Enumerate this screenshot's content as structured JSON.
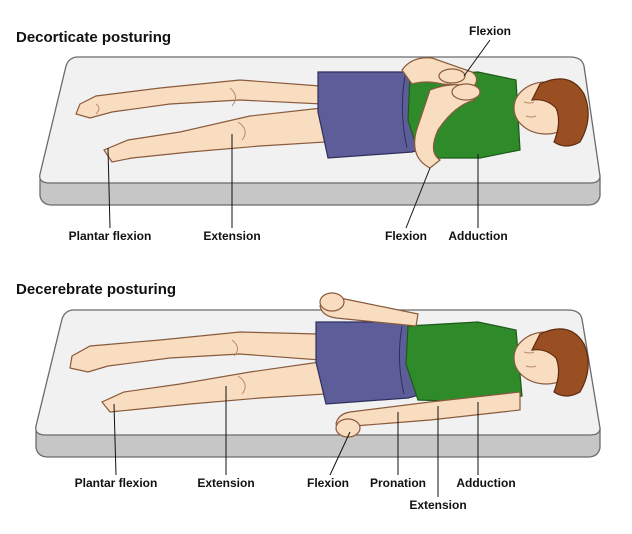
{
  "panels": [
    {
      "title": "Decorticate posturing",
      "labels": {
        "flexion_top": "Flexion",
        "plantar_flexion": "Plantar flexion",
        "extension": "Extension",
        "flexion": "Flexion",
        "adduction": "Adduction"
      }
    },
    {
      "title": "Decerebrate posturing",
      "labels": {
        "plantar_flexion": "Plantar flexion",
        "extension": "Extension",
        "flexion": "Flexion",
        "pronation": "Pronation",
        "adduction": "Adduction",
        "extension_arm": "Extension"
      }
    }
  ]
}
